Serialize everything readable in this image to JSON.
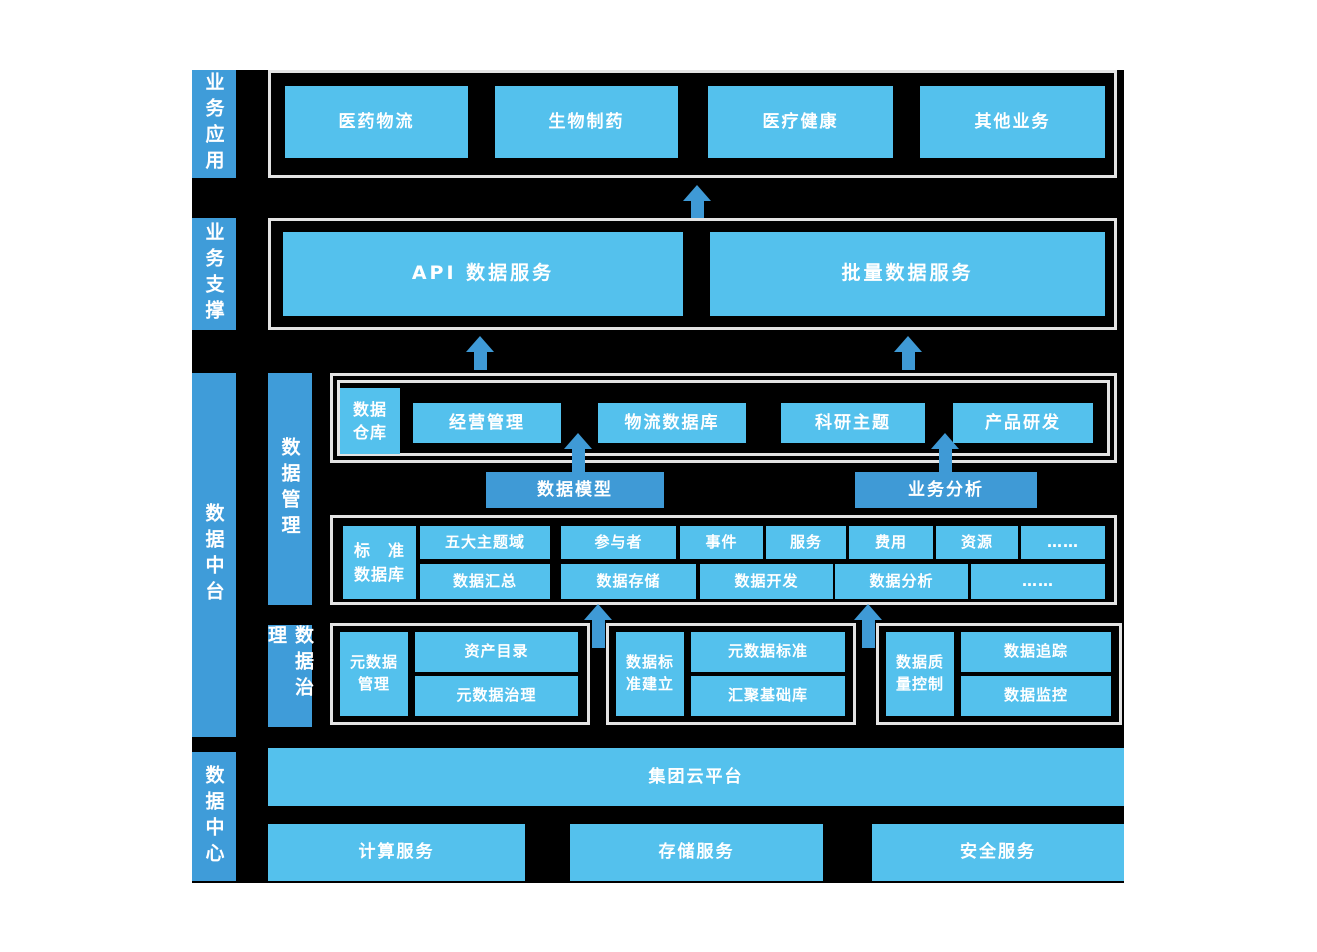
{
  "colors": {
    "light_blue": "#54C1ED",
    "mid_blue": "#3F9CD9",
    "arrow_blue": "#3F9AD6",
    "frame_border": "#E3E3E3",
    "diagram_bg": "#000000"
  },
  "sidebar": {
    "business_apps": "业务应用",
    "business_support": "业务支撑",
    "data_middle_platform": "数据中台",
    "data_center": "数据中心"
  },
  "sub_sidebar": {
    "data_management": "数据管理",
    "data_governance": "数据治理"
  },
  "business_apps_row": {
    "items": [
      "医药物流",
      "生物制药",
      "医疗健康",
      "其他业务"
    ]
  },
  "business_support_row": {
    "items": [
      "API 数据服务",
      "批量数据服务"
    ]
  },
  "data_warehouse": {
    "label": "数据\n仓库",
    "items": [
      "经营管理",
      "物流数据库",
      "科研主题",
      "产品研发"
    ]
  },
  "middle_boxes": {
    "data_model": "数据模型",
    "business_analysis": "业务分析"
  },
  "standard_db": {
    "label": "标　准\n数据库",
    "top_items": [
      "五大主题域",
      "参与者",
      "事件",
      "服务",
      "费用",
      "资源",
      "……"
    ],
    "bottom_items": [
      "数据汇总",
      "数据存储",
      "数据开发",
      "数据分析",
      "……"
    ]
  },
  "governance": {
    "groups": [
      {
        "label": "元数据\n管理",
        "items": [
          "资产目录",
          "元数据治理"
        ]
      },
      {
        "label": "数据标\n准建立",
        "items": [
          "元数据标准",
          "汇聚基础库"
        ]
      },
      {
        "label": "数据质\n量控制",
        "items": [
          "数据追踪",
          "数据监控"
        ]
      }
    ]
  },
  "data_center_section": {
    "platform": "集团云平台",
    "services": [
      "计算服务",
      "存储服务",
      "安全服务"
    ]
  }
}
